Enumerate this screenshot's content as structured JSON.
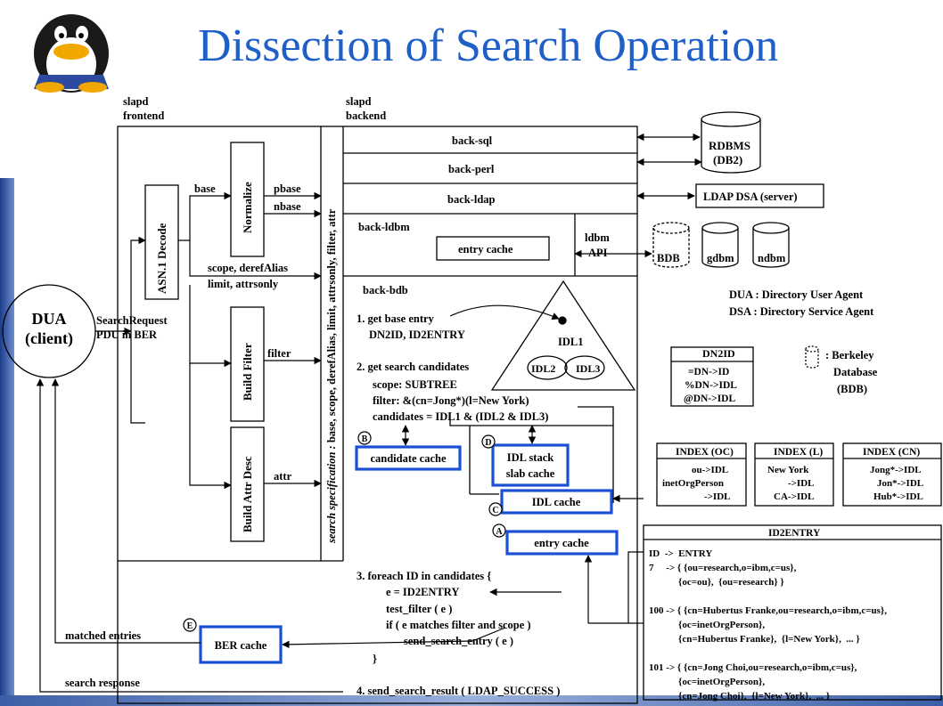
{
  "title": "Dissection of Search Operation",
  "colors": {
    "title": "#1f5fc8",
    "highlight_box": "#1a4fd6"
  },
  "labels": {
    "slapd_frontend_1": "slapd",
    "slapd_frontend_2": "frontend",
    "slapd_backend_1": "slapd",
    "slapd_backend_2": "backend",
    "dua_1": "DUA",
    "dua_2": "(client)",
    "search_request_1": "SearchRequest",
    "search_request_2": "PDU in BER",
    "asn1_decode": "ASN.1 Decode",
    "normalize": "Normalize",
    "build_filter": "Build Filter",
    "build_attr_desc": "Build Attr Desc",
    "base": "base",
    "pbase": "pbase",
    "nbase": "nbase",
    "scope_deref": "scope, derefAlias",
    "limit_attrsonly": "limit, attrsonly",
    "filter": "filter",
    "attr": "attr",
    "search_spec_label": "search specification :",
    "search_spec_value": " base, scope, derefAlias, limit, attrsonly, filter, attr",
    "back_sql": "back-sql",
    "back_perl": "back-perl",
    "back_ldap": "back-ldap",
    "back_ldbm": "back-ldbm",
    "entry_cache_ldbm": "entry cache",
    "ldbm_api_1": "ldbm",
    "ldbm_api_2": "API",
    "back_bdb": "back-bdb",
    "rdbms_1": "RDBMS",
    "rdbms_2": "(DB2)",
    "ldap_dsa": "LDAP DSA (server)",
    "bdb": "BDB",
    "gdbm": "gdbm",
    "ndbm": "ndbm",
    "dua_def": "DUA : Directory User Agent",
    "dsa_def": "DSA : Directory Service Agent",
    "step1_1": "1. get base entry",
    "step1_2": "DN2ID, ID2ENTRY",
    "step2_1": "2. get search candidates",
    "step2_2": "scope: SUBTREE",
    "step2_3": "filter: &(cn=Jong*)(l=New York)",
    "step2_4": "candidates = IDL1 & (IDL2 & IDL3)",
    "idl1": "IDL1",
    "idl2": "IDL2",
    "idl3": "IDL3",
    "dn2id_title": "DN2ID",
    "dn2id_1": "=DN->ID",
    "dn2id_2": "%DN->IDL",
    "dn2id_3": "@DN->IDL",
    "berkeley_1": ": Berkeley",
    "berkeley_2": "Database",
    "berkeley_3": "(BDB)",
    "mark_a": "A",
    "mark_b": "B",
    "mark_c": "C",
    "mark_d": "D",
    "mark_e": "E",
    "candidate_cache": "candidate cache",
    "idl_stack_1": "IDL stack",
    "idl_stack_2": "slab cache",
    "idl_cache": "IDL cache",
    "entry_cache": "entry cache",
    "ber_cache": "BER cache",
    "index_oc_title": "INDEX (OC)",
    "index_oc_1": "ou->IDL",
    "index_oc_2": "inetOrgPerson",
    "index_oc_3": "->IDL",
    "index_l_title": "INDEX (L)",
    "index_l_1": "New York",
    "index_l_2": "->IDL",
    "index_l_3": "CA->IDL",
    "index_cn_title": "INDEX (CN)",
    "index_cn_1": "Jong*->IDL",
    "index_cn_2": "Jon*->IDL",
    "index_cn_3": "Hub*->IDL",
    "id2entry_title": "ID2ENTRY",
    "id2entry_lines": [
      "ID  ->  ENTRY",
      "7     -> { {ou=research,o=ibm,c=us},",
      "            {oc=ou},  {ou=research} }",
      "",
      "100 -> { {cn=Hubertus Franke,ou=research,o=ibm,c=us},",
      "            {oc=inetOrgPerson},",
      "            {cn=Hubertus Franke},  {l=New York},  ... }",
      "",
      "101 -> { {cn=Jong Choi,ou=research,o=ibm,c=us},",
      "            {oc=inetOrgPerson},",
      "            {cn=Jong Choi},  {l=New York},  ... }"
    ],
    "step3_1": "3. foreach ID in candidates {",
    "step3_2": "e = ID2ENTRY",
    "step3_3": "test_filter ( e )",
    "step3_4": "if ( e matches filter and scope )",
    "step3_5": "send_search_entry ( e )",
    "step3_6": "}",
    "matched_entries": "matched entries",
    "search_response": "search response",
    "step4": "4. send_search_result ( LDAP_SUCCESS )"
  }
}
